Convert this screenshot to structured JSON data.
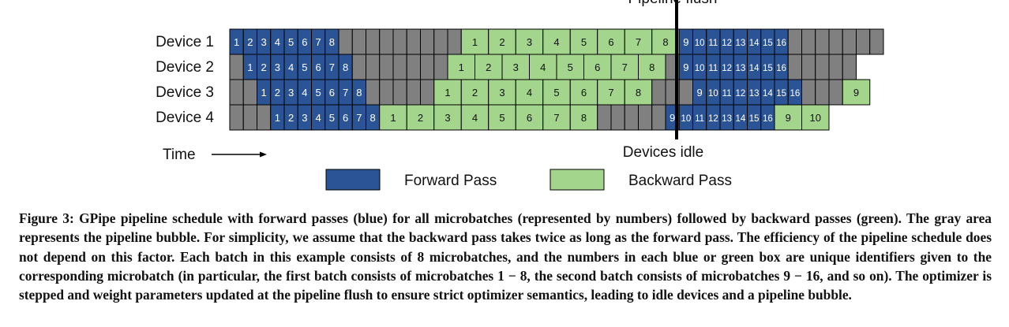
{
  "colors": {
    "forward": "#2b5497",
    "backward": "#a3d58c",
    "idle": "#808080",
    "grid": "#000000"
  },
  "devices": [
    "Device 1",
    "Device 2",
    "Device 3",
    "Device 4"
  ],
  "schedule": [
    {
      "device": "Device 1",
      "segments": [
        {
          "kind": "forward",
          "labels": [
            "1",
            "2",
            "3",
            "4",
            "5",
            "6",
            "7",
            "8"
          ]
        },
        {
          "kind": "idle",
          "units": 9
        },
        {
          "kind": "backward",
          "labels": [
            "1",
            "2",
            "3",
            "4",
            "5",
            "6",
            "7",
            "8"
          ]
        },
        {
          "kind": "forward",
          "labels": [
            "9",
            "10",
            "11",
            "12",
            "13",
            "14",
            "15",
            "16"
          ]
        },
        {
          "kind": "idle",
          "units": 7
        }
      ]
    },
    {
      "device": "Device 2",
      "segments": [
        {
          "kind": "idle",
          "units": 1
        },
        {
          "kind": "forward",
          "labels": [
            "1",
            "2",
            "3",
            "4",
            "5",
            "6",
            "7",
            "8"
          ]
        },
        {
          "kind": "idle",
          "units": 7
        },
        {
          "kind": "backward",
          "labels": [
            "1",
            "2",
            "3",
            "4",
            "5",
            "6",
            "7",
            "8"
          ]
        },
        {
          "kind": "idle",
          "units": 1
        },
        {
          "kind": "forward",
          "labels": [
            "9",
            "10",
            "11",
            "12",
            "13",
            "14",
            "15",
            "16"
          ]
        },
        {
          "kind": "idle",
          "units": 5
        }
      ]
    },
    {
      "device": "Device 3",
      "segments": [
        {
          "kind": "idle",
          "units": 2
        },
        {
          "kind": "forward",
          "labels": [
            "1",
            "2",
            "3",
            "4",
            "5",
            "6",
            "7",
            "8"
          ]
        },
        {
          "kind": "idle",
          "units": 5
        },
        {
          "kind": "backward",
          "labels": [
            "1",
            "2",
            "3",
            "4",
            "5",
            "6",
            "7",
            "8"
          ]
        },
        {
          "kind": "idle",
          "units": 3
        },
        {
          "kind": "forward",
          "labels": [
            "9",
            "10",
            "11",
            "12",
            "13",
            "14",
            "15",
            "16"
          ]
        },
        {
          "kind": "idle",
          "units": 3
        },
        {
          "kind": "backward",
          "labels": [
            "9"
          ]
        }
      ]
    },
    {
      "device": "Device 4",
      "segments": [
        {
          "kind": "idle",
          "units": 3
        },
        {
          "kind": "forward",
          "labels": [
            "1",
            "2",
            "3",
            "4",
            "5",
            "6",
            "7",
            "8"
          ]
        },
        {
          "kind": "backward",
          "labels": [
            "1",
            "2",
            "3",
            "4",
            "5",
            "6",
            "7",
            "8"
          ]
        },
        {
          "kind": "idle",
          "units": 5
        },
        {
          "kind": "forward",
          "labels": [
            "9",
            "10",
            "11",
            "12",
            "13",
            "14",
            "15",
            "16"
          ]
        },
        {
          "kind": "backward",
          "labels": [
            "9",
            "10"
          ]
        }
      ]
    }
  ],
  "flush_label": "Pipeline flush",
  "idle_label": "Devices idle",
  "time_label": "Time",
  "legend": {
    "forward_label": "Forward Pass",
    "backward_label": "Backward Pass"
  },
  "caption": {
    "title": "Figure 3:",
    "text": "GPipe pipeline schedule with forward passes (blue) for all microbatches (represented by numbers) followed by backward passes (green). The gray area represents the pipeline bubble. For simplicity, we assume that the backward pass takes twice as long as the forward pass. The efficiency of the pipeline schedule does not depend on this factor. Each batch in this example consists of 8 microbatches, and the numbers in each blue or green box are unique identifiers given to the corresponding microbatch (in particular, the first batch consists of microbatches 1 − 8, the second batch consists of microbatches 9 − 16, and so on). The optimizer is stepped and weight parameters updated at the pipeline flush to ensure strict optimizer semantics, leading to idle devices and a pipeline bubble."
  }
}
